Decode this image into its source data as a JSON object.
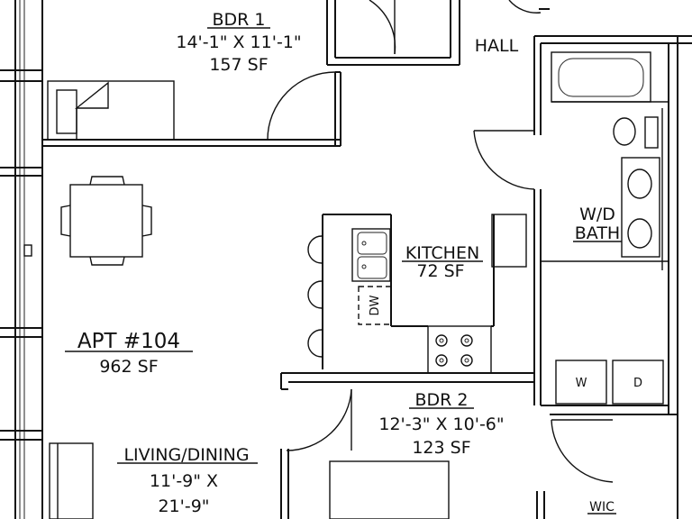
{
  "plan": {
    "bdr1": {
      "name": "BDR 1",
      "dims": "14'-1\" X 11'-1\"",
      "area": "157 SF"
    },
    "hall": {
      "name": "HALL"
    },
    "kitchen": {
      "name": "KITCHEN",
      "area": "72 SF",
      "dw": "DW"
    },
    "wd_bath": {
      "line1": "W/D",
      "line2": "BATH"
    },
    "apt": {
      "name": "APT #104",
      "area": "962 SF"
    },
    "bdr2": {
      "name": "BDR 2",
      "dims": "12'-3\" X 10'-6\"",
      "area": "123 SF"
    },
    "living": {
      "name": "LIVING/DINING",
      "dim1": "11'-9\" X",
      "dim2": "21'-9\""
    },
    "washer": "W",
    "dryer": "D",
    "wic": "WIC"
  }
}
